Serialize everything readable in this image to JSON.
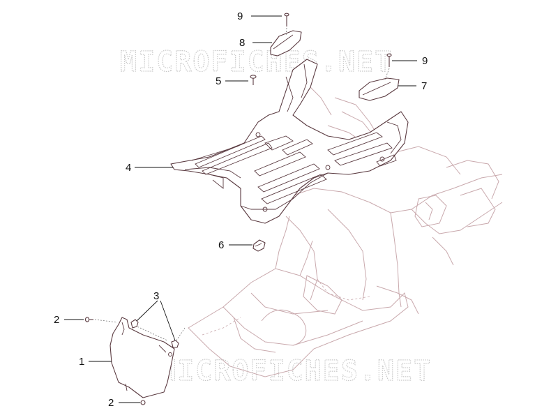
{
  "watermarks": [
    "MICROFICHES.NET",
    "MICROFICHES.NET"
  ],
  "callouts": [
    {
      "id": "c9a",
      "label": "9"
    },
    {
      "id": "c8",
      "label": "8"
    },
    {
      "id": "c9b",
      "label": "9"
    },
    {
      "id": "c5",
      "label": "5"
    },
    {
      "id": "c7",
      "label": "7"
    },
    {
      "id": "c4",
      "label": "4"
    },
    {
      "id": "c6",
      "label": "6"
    },
    {
      "id": "c3",
      "label": "3"
    },
    {
      "id": "c2a",
      "label": "2"
    },
    {
      "id": "c1",
      "label": "1"
    },
    {
      "id": "c2b",
      "label": "2"
    }
  ],
  "colors": {
    "part_outline": "#5a3a40",
    "frame_outline": "#c9a9ad",
    "watermark": "#c8c8c8"
  }
}
